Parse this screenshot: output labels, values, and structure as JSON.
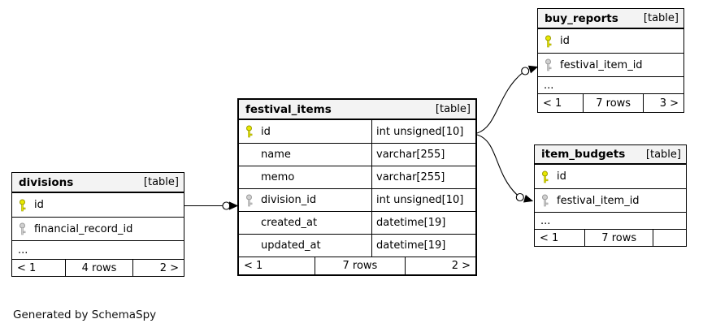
{
  "diagram": {
    "generator_note": "Generated by SchemaSpy",
    "colors": {
      "header_bg": "#f3f3f3",
      "primary_key": "#e8e800",
      "foreign_key": "#d0d0d0",
      "border": "#000000"
    },
    "relationships": [
      {
        "from": "divisions.id",
        "to": "festival_items.division_id"
      },
      {
        "from": "festival_items.id",
        "to": "buy_reports.festival_item_id"
      },
      {
        "from": "festival_items.id",
        "to": "item_budgets.festival_item_id"
      }
    ]
  },
  "tables": {
    "divisions": {
      "name": "divisions",
      "type_label": "[table]",
      "columns": [
        {
          "name": "id",
          "key": "primary"
        },
        {
          "name": "financial_record_id",
          "key": "foreign"
        }
      ],
      "ellipsis": "...",
      "footer": {
        "prev": "< 1",
        "rows": "4 rows",
        "next": "2 >"
      }
    },
    "festival_items": {
      "name": "festival_items",
      "type_label": "[table]",
      "columns": [
        {
          "name": "id",
          "type": "int unsigned[10]",
          "key": "primary"
        },
        {
          "name": "name",
          "type": "varchar[255]"
        },
        {
          "name": "memo",
          "type": "varchar[255]"
        },
        {
          "name": "division_id",
          "type": "int unsigned[10]",
          "key": "foreign"
        },
        {
          "name": "created_at",
          "type": "datetime[19]"
        },
        {
          "name": "updated_at",
          "type": "datetime[19]"
        }
      ],
      "footer": {
        "prev": "< 1",
        "rows": "7 rows",
        "next": "2 >"
      }
    },
    "buy_reports": {
      "name": "buy_reports",
      "type_label": "[table]",
      "columns": [
        {
          "name": "id",
          "key": "primary"
        },
        {
          "name": "festival_item_id",
          "key": "foreign"
        }
      ],
      "ellipsis": "...",
      "footer": {
        "prev": "< 1",
        "rows": "7 rows",
        "next": "3 >"
      }
    },
    "item_budgets": {
      "name": "item_budgets",
      "type_label": "[table]",
      "columns": [
        {
          "name": "id",
          "key": "primary"
        },
        {
          "name": "festival_item_id",
          "key": "foreign"
        }
      ],
      "ellipsis": "...",
      "footer": {
        "prev": "< 1",
        "rows": "7 rows",
        "next": ""
      }
    }
  }
}
